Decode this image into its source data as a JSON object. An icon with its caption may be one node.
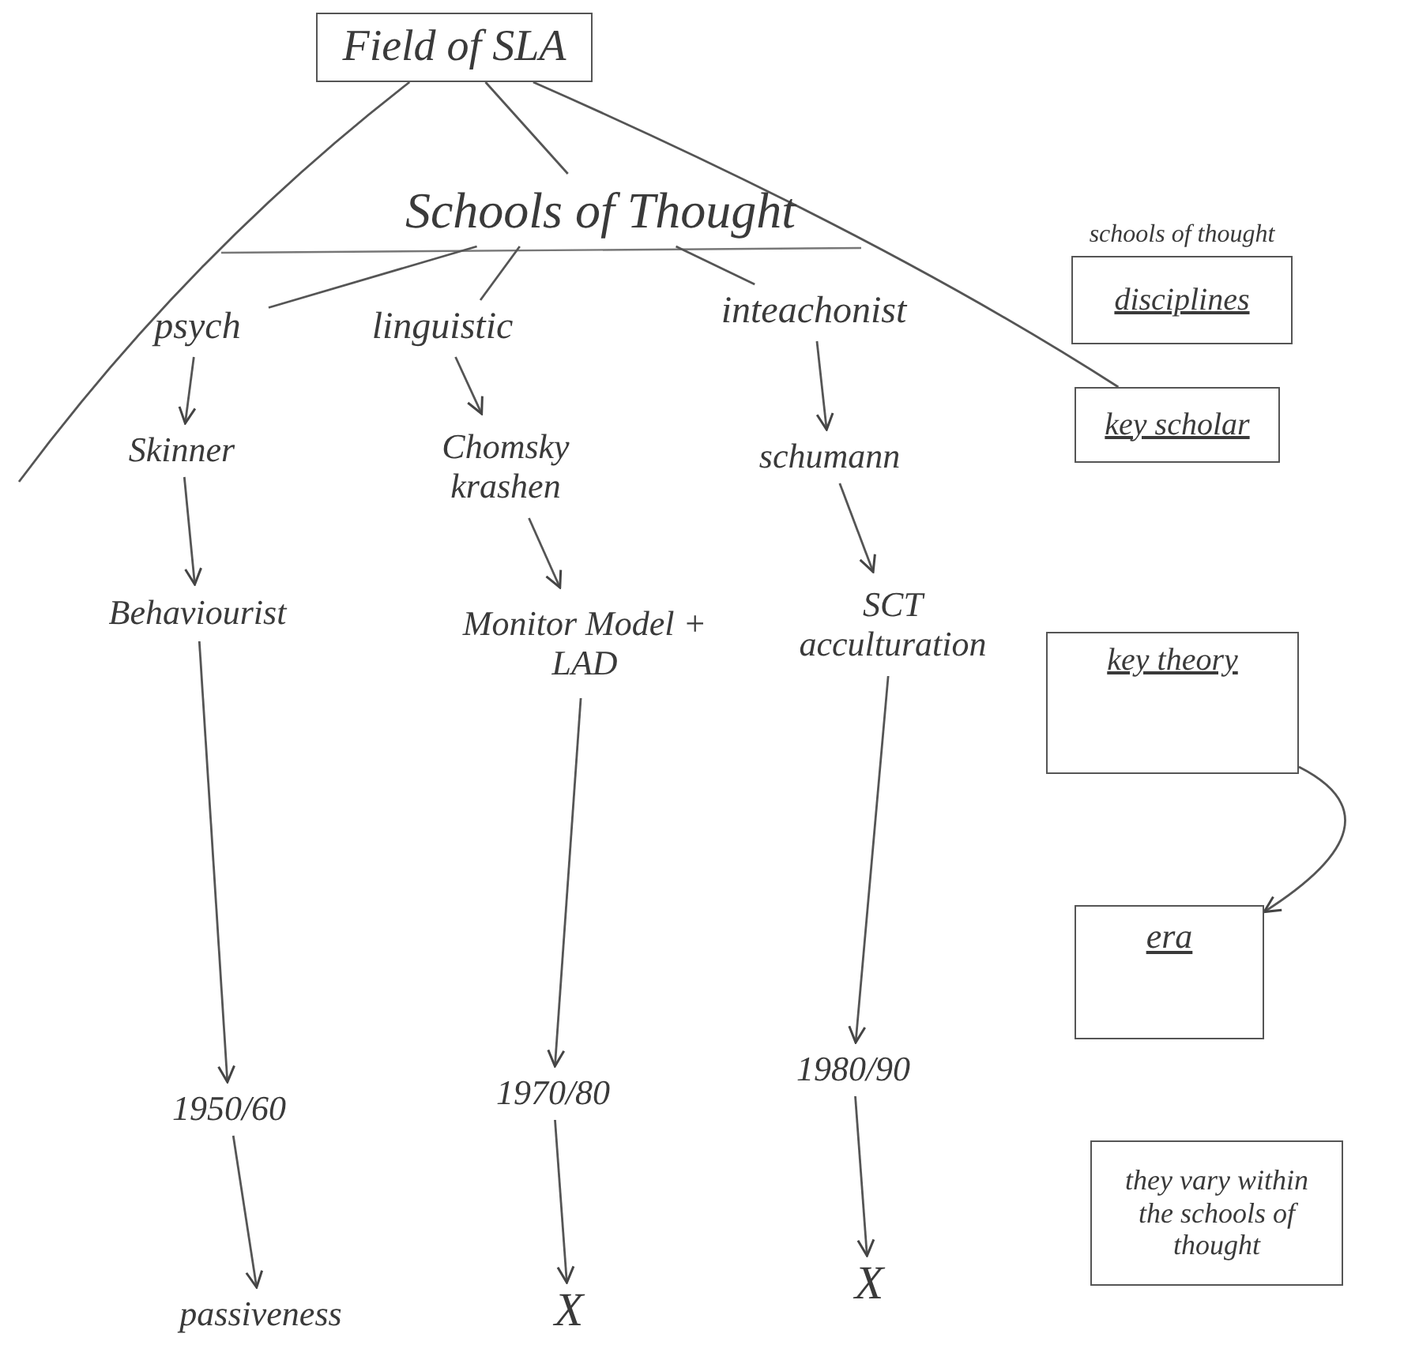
{
  "diagram": {
    "nodes": [
      {
        "text": [
          "Field of SLA"
        ]
      },
      {
        "text": [
          "Schools of Thought"
        ]
      },
      {
        "text": [
          "psych"
        ]
      },
      {
        "text": [
          "linguistic"
        ]
      },
      {
        "text": [
          "inteachonist"
        ]
      },
      {
        "text": [
          "Skinner"
        ]
      },
      {
        "text": [
          "Chomsky krashen"
        ]
      },
      {
        "text": [
          "schumann"
        ]
      },
      {
        "text": [
          "Behaviourist"
        ]
      },
      {
        "text": [
          "Monitor Model + LAD"
        ]
      },
      {
        "text": [
          "SCT acculturation"
        ]
      },
      {
        "text": [
          "1950/60"
        ]
      },
      {
        "text": [
          "1970/80"
        ]
      },
      {
        "text": [
          "1980/90"
        ]
      },
      {
        "text": [
          "passiveness"
        ]
      },
      {
        "text": [
          "X"
        ]
      },
      {
        "text": [
          "X"
        ]
      },
      {
        "text": [
          "schools of thought",
          "disciplines"
        ]
      },
      {
        "text": [
          "key scholar"
        ]
      },
      {
        "text": [
          "key theory"
        ]
      },
      {
        "text": [
          "era"
        ]
      },
      {
        "text": [
          "they vary within the schools of thought"
        ]
      }
    ],
    "edges": [
      {
        "from": 0,
        "to": null,
        "arrow": "none"
      },
      {
        "from": 0,
        "to": 1,
        "arrow": "none"
      },
      {
        "from": 0,
        "to": 18,
        "arrow": "none"
      },
      {
        "from": 1,
        "to": 2,
        "arrow": "none"
      },
      {
        "from": 1,
        "to": 3,
        "arrow": "none"
      },
      {
        "from": 1,
        "to": 4,
        "arrow": "none"
      },
      {
        "from": 2,
        "to": 5,
        "arrow": "to"
      },
      {
        "from": 3,
        "to": 6,
        "arrow": "to"
      },
      {
        "from": 4,
        "to": 7,
        "arrow": "to"
      },
      {
        "from": 5,
        "to": 8,
        "arrow": "to"
      },
      {
        "from": 6,
        "to": 9,
        "arrow": "to"
      },
      {
        "from": 7,
        "to": 10,
        "arrow": "to"
      },
      {
        "from": 8,
        "to": 11,
        "arrow": "to"
      },
      {
        "from": 9,
        "to": 12,
        "arrow": "to"
      },
      {
        "from": 10,
        "to": 13,
        "arrow": "to"
      },
      {
        "from": 11,
        "to": 14,
        "arrow": "to"
      },
      {
        "from": 12,
        "to": 15,
        "arrow": "to"
      },
      {
        "from": 13,
        "to": 16,
        "arrow": "to"
      },
      {
        "from": 19,
        "to": 20,
        "arrow": "to"
      }
    ]
  }
}
